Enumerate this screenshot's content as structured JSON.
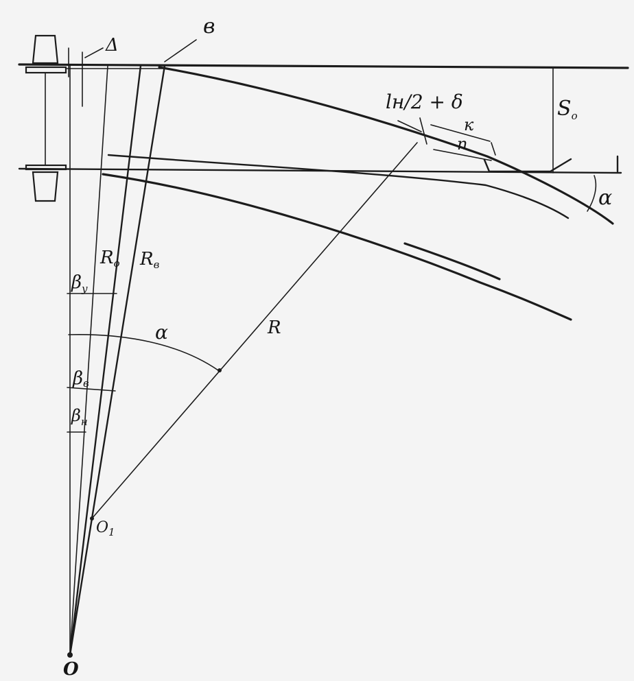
{
  "labels": {
    "b": "в",
    "delta": "Δ",
    "S0": "S",
    "S0_sub": "o",
    "alpha_track": "α",
    "alpha_arc": "α",
    "ln_half_delta": "lн/2 + δ",
    "k": "к",
    "n": "n",
    "R0": "R",
    "R0_sub": "o",
    "Rv": "R",
    "Rv_sub": "в",
    "R": "R",
    "beta_y": "β",
    "beta_y_sub": "y",
    "beta_v": "β",
    "beta_v_sub": "в",
    "beta_n": "β",
    "beta_n_sub": "н",
    "O1": "O",
    "O1_sub": "1",
    "O": "O"
  },
  "colors": {
    "ink": "#1c1c1c",
    "paper": "#f4f4f4"
  }
}
